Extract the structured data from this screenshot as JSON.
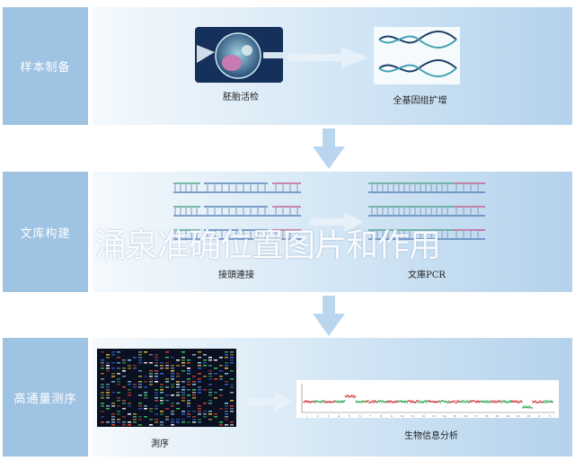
{
  "rows": [
    {
      "label": "样本制备",
      "left_caption": "胚胎活检",
      "right_caption": "全基因组扩增"
    },
    {
      "label": "文库构建",
      "left_caption": "接頭連接",
      "right_caption": "文庫PCR"
    },
    {
      "label": "高通量测序",
      "left_caption": "測序",
      "right_caption": "生物信息分析"
    }
  ],
  "watermark": "涌泉准确位置图片和作用",
  "colors": {
    "label_bg": "#9ec3e3",
    "arrow": "#b9d6ee"
  },
  "plot_x_ticks": [
    "1",
    "2",
    "3",
    "4",
    "5",
    "6",
    "7",
    "8",
    "9",
    "10",
    "11",
    "12",
    "13",
    "14",
    "15",
    "16",
    "17",
    "18",
    "19",
    "20",
    "21",
    "22",
    "X",
    "Y"
  ]
}
